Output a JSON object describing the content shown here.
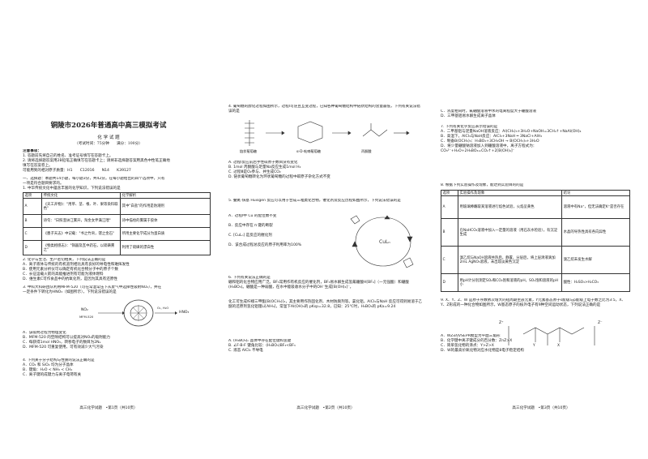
{
  "page1": {
    "exam_title": "铜陵市2026年普通高中高三模拟考试",
    "subject": "化 学 试 题",
    "time_score": "（考试时间：75分钟　　满分：100分）",
    "notes_title": "注意事项：",
    "notes": [
      "1. 答题前先将自己的姓名、准考证号填写在答题卡上。",
      "2. 请将选择题答案用2B铅笔正确填写在答题卡上；请将非选择题答案用黑色中性笔正确地",
      "填写在答案卷上。",
      "可能用到的相对原子质量：H1　　C12016　　N14　　K39127"
    ],
    "section1": "一、选择题：本题共14小题，每小题3分，共42分。在每小题给出的四个选项中，只有",
    "section1b": "一项是符合题目要求的。",
    "q1": "1. 中华传统文化中蕴含丰富的化学知识，下列说法错误的是",
    "q1_table": {
      "headers": [
        "选项",
        "传统文化",
        "化学解析"
      ],
      "rows": [
        [
          "A",
          "《天工开物》：\"用草、茎、根、叶、果等染料取色\"",
          "其中\"白盐\"的作用是防潮剂"
        ],
        [
          "B",
          "诗句：\"日照澄洲江雾开，淘金女伴满江隈\"",
          "诗中描绘的雾属于胶体"
        ],
        [
          "C",
          "《墨子天志》中记载：\"书之竹帛，镂之金石\"",
          "所用主要化学成分为蛋白质"
        ],
        [
          "D",
          "《物类相感志》：\"铜器及瓦中药石，以硫磺熏之\"",
          "利用了硫磺的漂白性"
        ]
      ]
    },
    "q2": "2. 化学与生活、生产密切相关，下列说法正确的是",
    "q2_opts": [
      "A．离子液体与传统的有机溶剂相比具有良好的导电性和难挥发性",
      "B．使用元素分析仪可以确定有机化合物分子中的原子个数",
      "C．长征运载火箭的高能推进剂有可能为液体燃料",
      "D．维生素C可作食品中的抗氧化剂，是因为其具有还原性"
    ],
    "q3": "3. 中科大科研团队利用MFM-520（可在常温常压下从废气中选择性吸附NO₂），并在",
    "q3b": "一定条件下转化为HNO₃（如图所示），下列说法错误的是",
    "q3_opts": [
      "A．该吸附过程为物理变化",
      "B．MFM-520 的空隙结构可以提高对NO₂的吸附能力",
      "C．每获得1mol HNO₃，转移电子的数目为2Nₐ",
      "D．MFM-520 可重复使用，可有效减少大气污染"
    ],
    "q3_fig": {
      "left": "NO₂",
      "left2": "MFM-520",
      "right": "HNO₃",
      "mid": "O₂, H₂O"
    },
    "q4_frag": "4. 下列关于分子结构与性质的说法正确的是",
    "q4_opts": [
      "A．CO₂ 和 SiO₂ 均为分子晶体",
      "B．键角：H₂O < NH₃ < CH₄",
      "C．离子键的成键力与离子电荷有关"
    ],
    "footer": "高三化学试题　•第1页（共10页）"
  },
  "page2": {
    "q4": "4. 葡萄糖的醇化过程如图所示，过程Ⅰ可逆且互变过程，已知各种葡萄糖结构中链状结构的含量最低，下列有关说法错误的是",
    "labels": [
      "链状葡萄糖",
      "α-D-吡喃葡萄糖",
      "丙酮酸"
    ],
    "opts": [
      "A. 过程Ⅰ反应前后手性碳原子数目没有变化",
      "B. 1mol 丙酮酸与足量Na反应生成1mol H₂",
      "C. 过程Ⅲ是O₂参与、并生成CO₂",
      "D. 链状葡萄糖转化为环状葡萄糖的过程中碳原子杂化方式不变"
    ],
    "q5": "5. 叠氮-炔基 Huisgen 反应可以用于合成三唑类化合物，催化剂及反应历程如图所示，下列说法错误的是",
    "q5_opts": [
      "A．过程Ⅰ中 Cu 的配位数不变",
      "B．反应中存在 π 键的断裂",
      "C. [CuLₙ] 是反应的催化剂",
      "D．该合成过程总反应的原子利用率为100%"
    ],
    "q6": "6. 下列有关说法正确的是",
    "q6_text": "硼和铝的化合物应用广泛。BF₃常用作有机反应的催化剂，BF₃易水解生成氢氟硼酸H[BF₄]（一元强酸）和硼酸(H₃BO₃)。硼酸是一种弱酸，在水中能吸收水分子中的OH⁻生成[B(OH)₄]⁻，",
    "q6_text2": "化工可生成柠檬三甲酯[B(OCH₃)]₃，其主要用作热固化剂、木材防腐剂等。氯化铝，AlCl₃与NaH 反应可得到易溶于乙醚的还原剂氢化铝锂Li[AlH₄]，常温下Al(OH)₃的 pKsp=32.8，已知：25℃时，H₃BO₃的 pKa=9.24",
    "q6_opts": [
      "A. (H₃BO₃)ₙ 晶体中存在配位键和氢键",
      "B. ∠F-B-F 键角比较：(H₃BO₃)BF₃<BF₃"
    ],
    "q6_tail": "C. 液态 AlCl₃ 不导电",
    "footer": "高三化学试题　•第2页（共10页）"
  },
  "page3": {
    "top_opts": [
      "C．浓度相同时，氟硼酸溶液中水的电离程度大于硼酸溶液",
      "D．三甲基铝易水解生成离子晶体"
    ],
    "q7": "7. 下列有关化学反应表示错误的是",
    "q7_opts": [
      "A．二甲基铝与足量NaOH溶液反应：Al(CH₃)₃+3H₂O+NaOH=3CH₄↑+NaAl(OH)₄",
      "B．高温下，AlCl₃与NaH反应：AlCl₃+3NaH ═ 3NaCl+AlH₃",
      "C．制备B(OCH₃)₃：H₃BO₃+3CH₃OH → B(OCH₃)₃+3H₂O",
      "D．将少量硼酸钠溶液加入到硼酸溶液中，离子方程式为：",
      "CO₃²⁻+H₂O+2H₃BO₃=CO₂↑+2[B(OH)₄]⁻"
    ],
    "q8": "8. 根据下列实验操作及现象，能达到实验目的的是",
    "q8_table": {
      "headers": [
        "选项",
        "实验操作及现象",
        "结论"
      ],
      "rows": [
        [
          "A",
          "用玻璃棒蘸取某溶液进行焰色试验，火焰呈黄色",
          "溶液中有Na⁺，但无法确定K⁺是否存在"
        ],
        [
          "B",
          "在NaHCO₃溶液中加入一定量的溶液（用石灰水检验），有沉淀生成",
          "水晶的导热性具有各向异性"
        ],
        [
          "C",
          "溴乙烷与NaOH溶液共热后，静置、分层后，将上层清液滴加2mL AgNO₃溶液，未出现淡黄色沉淀",
          "溴乙烷未发生水解"
        ],
        [
          "D",
          "用pH计分别测定SO₂和CO₂饱和溶液的pH，SO₂饱和溶液的pH小",
          "酸性：H₂SO₃>H₂CO₃"
        ]
      ]
    },
    "q9": "9. X、Y、Z、W 是原子序数依次增大的短周期主族元素，Y元素基态原子s能级与p能级上电子数之比为3:5，X、Y、Z形成的一种化合物如图所示，W基态原子的核外电子有9种空间运动状态，下列说法正确的是",
    "q9_opts": [
      "A．WZ₃的VSEPR模型为平面三角形",
      "B．化学键中离子键成分的百分数：ZnZ>X",
      "C．简单氢化物的沸点：Y>Z>X",
      "D．W的最高价氧化物对应水化物是8电子稳定结构"
    ],
    "fig_labels": {
      "charge_left": "Z⁺",
      "charge_right": "Z⁻",
      "atom_y": "Y",
      "atom_x": "X"
    },
    "footer": "高三化学试题　•第3页（共10页）"
  }
}
